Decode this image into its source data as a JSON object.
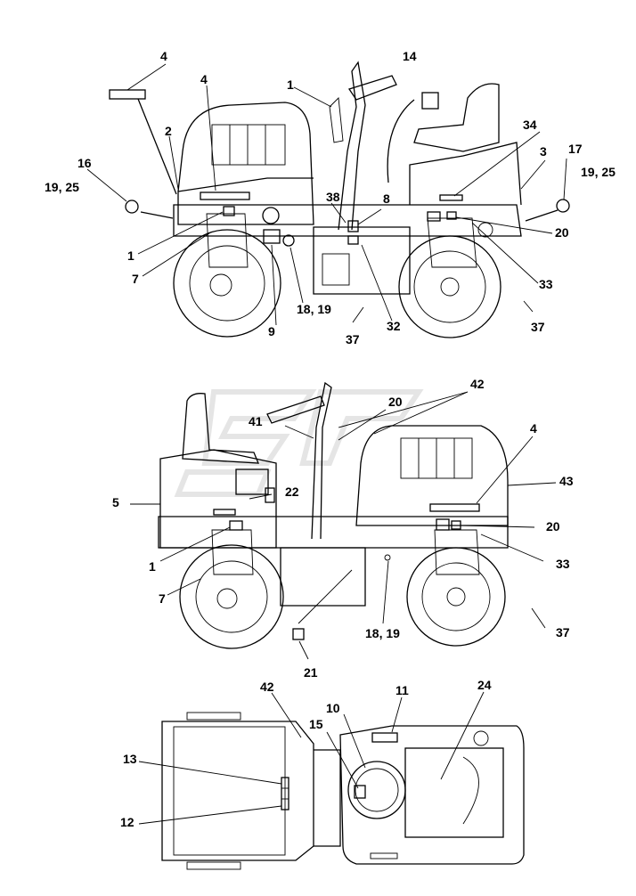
{
  "figure": "decal-location-diagram",
  "views": {
    "side_left": {
      "callouts": [
        "1",
        "1",
        "2",
        "3",
        "4",
        "4",
        "7",
        "8",
        "9",
        "14",
        "16",
        "17",
        "18, 19",
        "19, 25",
        "19, 25",
        "20",
        "32",
        "33",
        "34",
        "37",
        "37",
        "38"
      ]
    },
    "side_right": {
      "callouts": [
        "1",
        "4",
        "5",
        "7",
        "18, 19",
        "20",
        "20",
        "21",
        "22",
        "33",
        "37",
        "41",
        "42",
        "43"
      ]
    },
    "top": {
      "callouts": [
        "10",
        "11",
        "12",
        "13",
        "15",
        "24",
        "42"
      ]
    }
  }
}
